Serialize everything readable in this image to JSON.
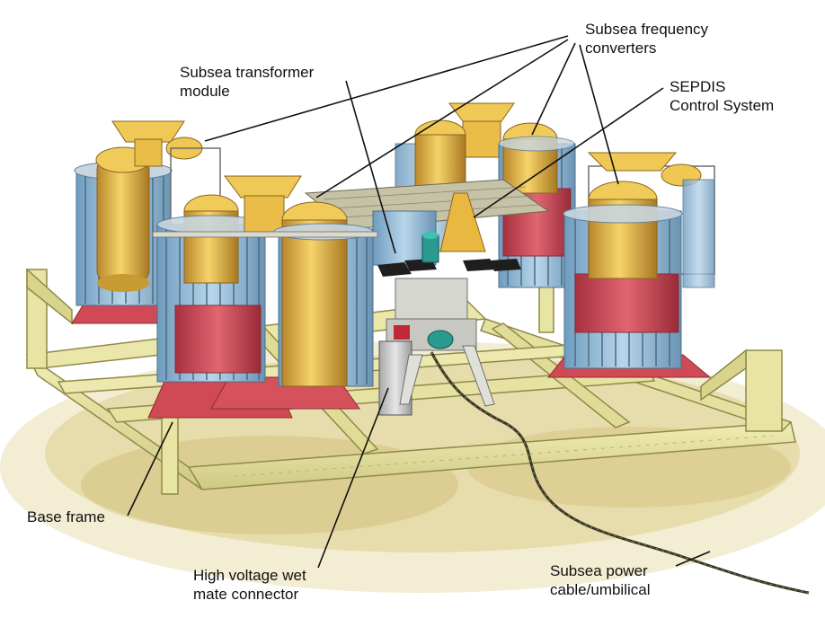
{
  "labels": {
    "frequency_converters": {
      "line1": "Subsea frequency",
      "line2": "converters"
    },
    "transformer_module": {
      "line1": "Subsea transformer",
      "line2": "module"
    },
    "sepdis": {
      "line1": "SEPDIS",
      "line2": "Control System"
    },
    "base_frame": {
      "line1": "Base frame"
    },
    "wet_mate_connector": {
      "line1": "High voltage wet",
      "line2": "mate connector"
    },
    "power_cable": {
      "line1": "Subsea power",
      "line2": "cable/umbilical"
    }
  },
  "colors": {
    "frame": "#e8e4a0",
    "frame_edge": "#9a9450",
    "seabed": "#d8c878",
    "tank_gold": "#e8b840",
    "tank_red": "#d8505a",
    "cage_blue": "#8fb8d8",
    "cage_bar": "#5d7f9a",
    "leader_line": "#111111",
    "cable": "#3a3a2a"
  }
}
